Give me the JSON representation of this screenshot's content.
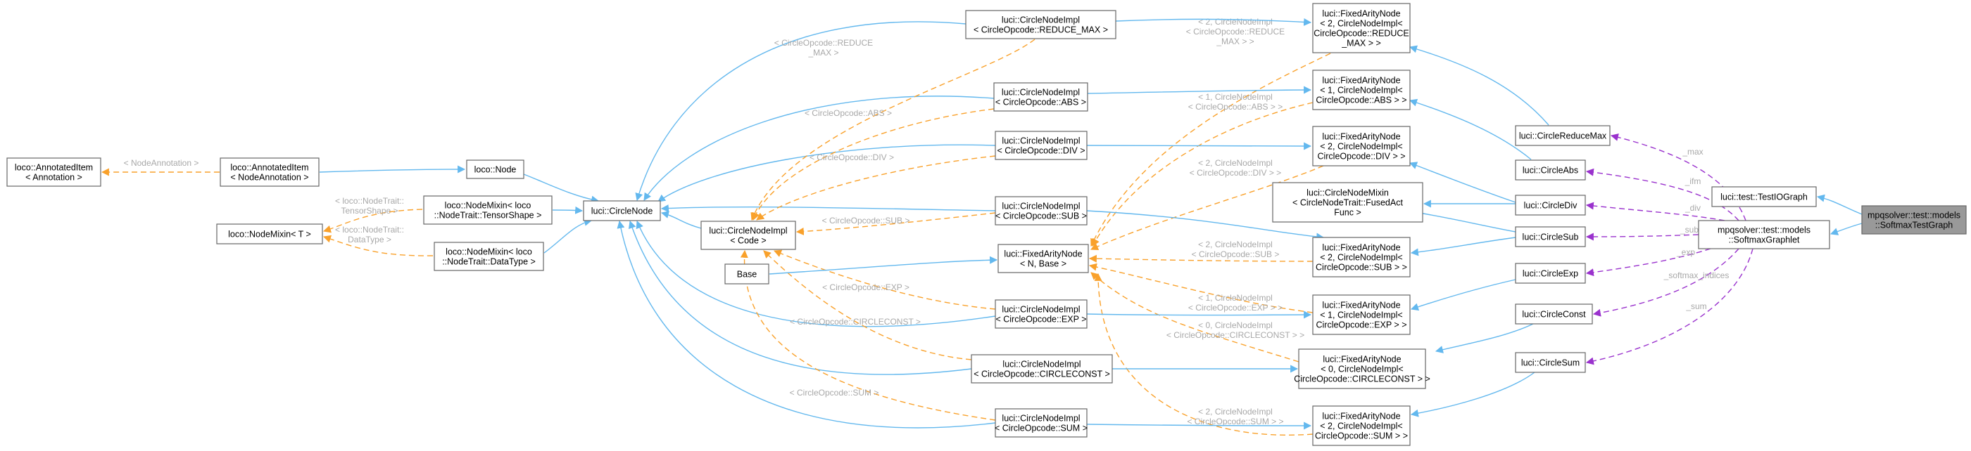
{
  "diagram": {
    "nodes": [
      {
        "id": "ai_ann",
        "lines": [
          "loco::AnnotatedItem",
          "< Annotation >"
        ]
      },
      {
        "id": "ai_na",
        "lines": [
          "loco::AnnotatedItem",
          "< NodeAnnotation >"
        ]
      },
      {
        "id": "loco_node",
        "lines": [
          "loco::Node"
        ]
      },
      {
        "id": "nm_ts",
        "lines": [
          "loco::NodeMixin< loco",
          "::NodeTrait::TensorShape >"
        ]
      },
      {
        "id": "nm_t",
        "lines": [
          "loco::NodeMixin< T >"
        ]
      },
      {
        "id": "nm_dt",
        "lines": [
          "loco::NodeMixin< loco",
          "::NodeTrait::DataType >"
        ]
      },
      {
        "id": "circle_node",
        "lines": [
          "luci::CircleNode"
        ]
      },
      {
        "id": "cni_code",
        "lines": [
          "luci::CircleNodeImpl",
          "< Code >"
        ]
      },
      {
        "id": "base",
        "lines": [
          "Base"
        ]
      },
      {
        "id": "cni_max",
        "lines": [
          "luci::CircleNodeImpl",
          "< CircleOpcode::REDUCE_MAX >"
        ]
      },
      {
        "id": "cni_abs",
        "lines": [
          "luci::CircleNodeImpl",
          "< CircleOpcode::ABS >"
        ]
      },
      {
        "id": "cni_div",
        "lines": [
          "luci::CircleNodeImpl",
          "< CircleOpcode::DIV >"
        ]
      },
      {
        "id": "cni_sub",
        "lines": [
          "luci::CircleNodeImpl",
          "< CircleOpcode::SUB >"
        ]
      },
      {
        "id": "fan_nb",
        "lines": [
          "luci::FixedArityNode",
          "< N, Base >"
        ]
      },
      {
        "id": "cni_exp",
        "lines": [
          "luci::CircleNodeImpl",
          "< CircleOpcode::EXP >"
        ]
      },
      {
        "id": "cni_const",
        "lines": [
          "luci::CircleNodeImpl",
          "< CircleOpcode::CIRCLECONST >"
        ]
      },
      {
        "id": "cni_sum",
        "lines": [
          "luci::CircleNodeImpl",
          "< CircleOpcode::SUM >"
        ]
      },
      {
        "id": "fan_max",
        "lines": [
          "luci::FixedArityNode",
          "< 2, CircleNodeImpl<",
          "CircleOpcode::REDUCE",
          "_MAX > >"
        ]
      },
      {
        "id": "fan_abs",
        "lines": [
          "luci::FixedArityNode",
          "< 1, CircleNodeImpl<",
          "CircleOpcode::ABS > >"
        ]
      },
      {
        "id": "fan_div",
        "lines": [
          "luci::FixedArityNode",
          "< 2, CircleNodeImpl<",
          "CircleOpcode::DIV > >"
        ]
      },
      {
        "id": "cnm_fa",
        "lines": [
          "luci::CircleNodeMixin",
          "< CircleNodeTrait::FusedAct",
          "Func >"
        ]
      },
      {
        "id": "fan_sub",
        "lines": [
          "luci::FixedArityNode",
          "< 2, CircleNodeImpl<",
          "CircleOpcode::SUB > >"
        ]
      },
      {
        "id": "fan_exp",
        "lines": [
          "luci::FixedArityNode",
          "< 1, CircleNodeImpl<",
          "CircleOpcode::EXP > >"
        ]
      },
      {
        "id": "fan_const",
        "lines": [
          "luci::FixedArityNode",
          "< 0, CircleNodeImpl<",
          "CircleOpcode::CIRCLECONST > >"
        ]
      },
      {
        "id": "fan_sum",
        "lines": [
          "luci::FixedArityNode",
          "< 2, CircleNodeImpl<",
          "CircleOpcode::SUM > >"
        ]
      },
      {
        "id": "c_max",
        "lines": [
          "luci::CircleReduceMax"
        ]
      },
      {
        "id": "c_abs",
        "lines": [
          "luci::CircleAbs"
        ]
      },
      {
        "id": "c_div",
        "lines": [
          "luci::CircleDiv"
        ]
      },
      {
        "id": "c_sub",
        "lines": [
          "luci::CircleSub"
        ]
      },
      {
        "id": "c_exp",
        "lines": [
          "luci::CircleExp"
        ]
      },
      {
        "id": "c_const",
        "lines": [
          "luci::CircleConst"
        ]
      },
      {
        "id": "c_sum",
        "lines": [
          "luci::CircleSum"
        ]
      },
      {
        "id": "test_io",
        "lines": [
          "luci::test::TestIOGraph"
        ]
      },
      {
        "id": "sm_graphlet",
        "lines": [
          "mpqsolver::test::models",
          "::SoftmaxGraphlet"
        ]
      },
      {
        "id": "sm_testgraph",
        "lines": [
          "mpqsolver::test::models",
          "::SoftmaxTestGraph"
        ],
        "highlight": true
      }
    ],
    "edges": [
      {
        "id": "e_ann",
        "kind": "template",
        "label": [
          "< NodeAnnotation >"
        ]
      },
      {
        "id": "e_ai_node",
        "kind": "inherit"
      },
      {
        "id": "e_node_cn",
        "kind": "inherit"
      },
      {
        "id": "e_ts_cn",
        "kind": "inherit"
      },
      {
        "id": "e_dt_cn",
        "kind": "inherit"
      },
      {
        "id": "e_t_ts",
        "kind": "template",
        "label": [
          "< loco::NodeTrait::",
          "TensorShape >"
        ]
      },
      {
        "id": "e_t_dt",
        "kind": "template",
        "label": [
          "< loco::NodeTrait::",
          "DataType >"
        ]
      },
      {
        "id": "e_cn_cni",
        "kind": "inherit"
      },
      {
        "id": "e_cn_max",
        "kind": "inherit"
      },
      {
        "id": "e_cn_abs",
        "kind": "inherit"
      },
      {
        "id": "e_cn_div",
        "kind": "inherit"
      },
      {
        "id": "e_cn_sub",
        "kind": "inherit"
      },
      {
        "id": "e_cn_exp",
        "kind": "inherit"
      },
      {
        "id": "e_cn_const",
        "kind": "inherit"
      },
      {
        "id": "e_cn_sum",
        "kind": "inherit"
      },
      {
        "id": "e_tpl_max",
        "kind": "template",
        "label": [
          "< CircleOpcode::REDUCE",
          "_MAX >"
        ]
      },
      {
        "id": "e_tpl_abs",
        "kind": "template",
        "label": [
          "< CircleOpcode::ABS >"
        ]
      },
      {
        "id": "e_tpl_div",
        "kind": "template",
        "label": [
          "< CircleOpcode::DIV >"
        ]
      },
      {
        "id": "e_tpl_sub",
        "kind": "template",
        "label": [
          "< CircleOpcode::SUB >"
        ]
      },
      {
        "id": "e_tpl_exp",
        "kind": "template",
        "label": [
          "< CircleOpcode::EXP >"
        ]
      },
      {
        "id": "e_tpl_const",
        "kind": "template",
        "label": [
          "< CircleOpcode::CIRCLECONST >"
        ]
      },
      {
        "id": "e_tpl_sum",
        "kind": "template",
        "label": [
          "< CircleOpcode::SUM >"
        ]
      },
      {
        "id": "e_base_fan",
        "kind": "inherit"
      },
      {
        "id": "e_fan_max",
        "kind": "template",
        "label": [
          "< 2, CircleNodeImpl",
          "< CircleOpcode::REDUCE",
          "_MAX > >"
        ]
      },
      {
        "id": "e_fan_abs",
        "kind": "template",
        "label": [
          "< 1, CircleNodeImpl",
          "< CircleOpcode::ABS > >"
        ]
      },
      {
        "id": "e_fan_div",
        "kind": "template",
        "label": [
          "< 2, CircleNodeImpl",
          "< CircleOpcode::DIV > >"
        ]
      },
      {
        "id": "e_fan_sub",
        "kind": "template",
        "label": [
          "< 2, CircleNodeImpl",
          "< CircleOpcode::SUB >"
        ]
      },
      {
        "id": "e_fan_exp",
        "kind": "template",
        "label": [
          "< 1, CircleNodeImpl",
          "< CircleOpcode::EXP > >"
        ]
      },
      {
        "id": "e_fan_const",
        "kind": "template",
        "label": [
          "< 0, CircleNodeImpl",
          "< CircleOpcode::CIRCLECONST > >"
        ]
      },
      {
        "id": "e_fan_sum",
        "kind": "template",
        "label": [
          "< 2, CircleNodeImpl",
          "< CircleOpcode::SUM > >"
        ]
      },
      {
        "id": "e_max_f",
        "kind": "inherit"
      },
      {
        "id": "e_abs_f",
        "kind": "inherit"
      },
      {
        "id": "e_div_f",
        "kind": "inherit"
      },
      {
        "id": "e_sub_f",
        "kind": "inherit"
      },
      {
        "id": "e_exp_f",
        "kind": "inherit"
      },
      {
        "id": "e_const_f",
        "kind": "inherit"
      },
      {
        "id": "e_sum_f",
        "kind": "inherit"
      },
      {
        "id": "e_c_max",
        "kind": "inherit"
      },
      {
        "id": "e_c_abs",
        "kind": "inherit"
      },
      {
        "id": "e_c_div",
        "kind": "inherit"
      },
      {
        "id": "e_c_sub",
        "kind": "inherit"
      },
      {
        "id": "e_c_exp",
        "kind": "inherit"
      },
      {
        "id": "e_c_const",
        "kind": "inherit"
      },
      {
        "id": "e_c_sum",
        "kind": "inherit"
      },
      {
        "id": "e_div_mix",
        "kind": "inherit"
      },
      {
        "id": "e_sub_mix",
        "kind": "inherit"
      },
      {
        "id": "e_u_max",
        "kind": "use",
        "label": [
          "_max"
        ]
      },
      {
        "id": "e_u_abs",
        "kind": "use",
        "label": [
          "_ifm"
        ]
      },
      {
        "id": "e_u_div",
        "kind": "use",
        "label": [
          "_div"
        ]
      },
      {
        "id": "e_u_sub",
        "kind": "use",
        "label": [
          "_sub"
        ]
      },
      {
        "id": "e_u_exp",
        "kind": "use",
        "label": [
          "_exp"
        ]
      },
      {
        "id": "e_u_const",
        "kind": "use",
        "label": [
          "_softmax_indices"
        ]
      },
      {
        "id": "e_u_sum",
        "kind": "use",
        "label": [
          "_sum"
        ]
      },
      {
        "id": "e_tg_io",
        "kind": "inherit"
      },
      {
        "id": "e_tg_sm",
        "kind": "inherit"
      }
    ]
  }
}
